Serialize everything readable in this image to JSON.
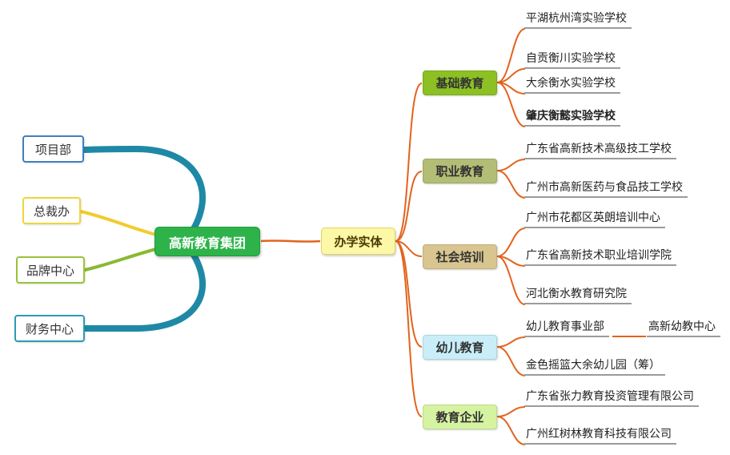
{
  "root": {
    "label": "高新教育集团"
  },
  "hub": {
    "label": "办学实体"
  },
  "left_nodes": [
    {
      "label": "项目部",
      "accent": "#3f7fc1"
    },
    {
      "label": "总裁办",
      "accent": "#f0d33e"
    },
    {
      "label": "品牌中心",
      "accent": "#9ac23c"
    },
    {
      "label": "财务中心",
      "accent": "#2b9bb3"
    }
  ],
  "branches": [
    {
      "label": "基础教育",
      "bg": "#8cc023",
      "children": [
        {
          "label": "平湖杭州湾实验学校"
        },
        {
          "label": "自贡衡川实验学校"
        },
        {
          "label": "大余衡水实验学校"
        },
        {
          "label": "肇庆衡懿实验学校",
          "bold": true
        }
      ]
    },
    {
      "label": "职业教育",
      "bg": "#b3bd75",
      "children": [
        {
          "label": "广东省高新技术高级技工学校"
        },
        {
          "label": "广州市高新医药与食品技工学校"
        }
      ]
    },
    {
      "label": "社会培训",
      "bg": "#d9c58f",
      "children": [
        {
          "label": "广州市花都区英朗培训中心"
        },
        {
          "label": "广东省高新技术职业培训学院"
        },
        {
          "label": "河北衡水教育研究院"
        }
      ]
    },
    {
      "label": "幼儿教育",
      "bg": "#c9eef7",
      "children": [
        {
          "label": "幼儿教育事业部",
          "children": [
            {
              "label": "高新幼教中心"
            }
          ]
        },
        {
          "label": "金色摇篮大余幼儿园（筹）"
        }
      ]
    },
    {
      "label": "教育企业",
      "bg": "#d5f3a1",
      "children": [
        {
          "label": "广东省张力教育投资管理有限公司"
        },
        {
          "label": "广州红树林教育科技有限公司"
        }
      ]
    }
  ],
  "colors": {
    "root_bg": "#2db34a",
    "hub_bg": "#fdf7a8",
    "connector_orange": "#e2631d",
    "branch_teal": "#1f89a5",
    "branch_yellow": "#f2cb2e",
    "branch_green": "#8ab933",
    "leaf_underline": "#9b9b9b"
  }
}
